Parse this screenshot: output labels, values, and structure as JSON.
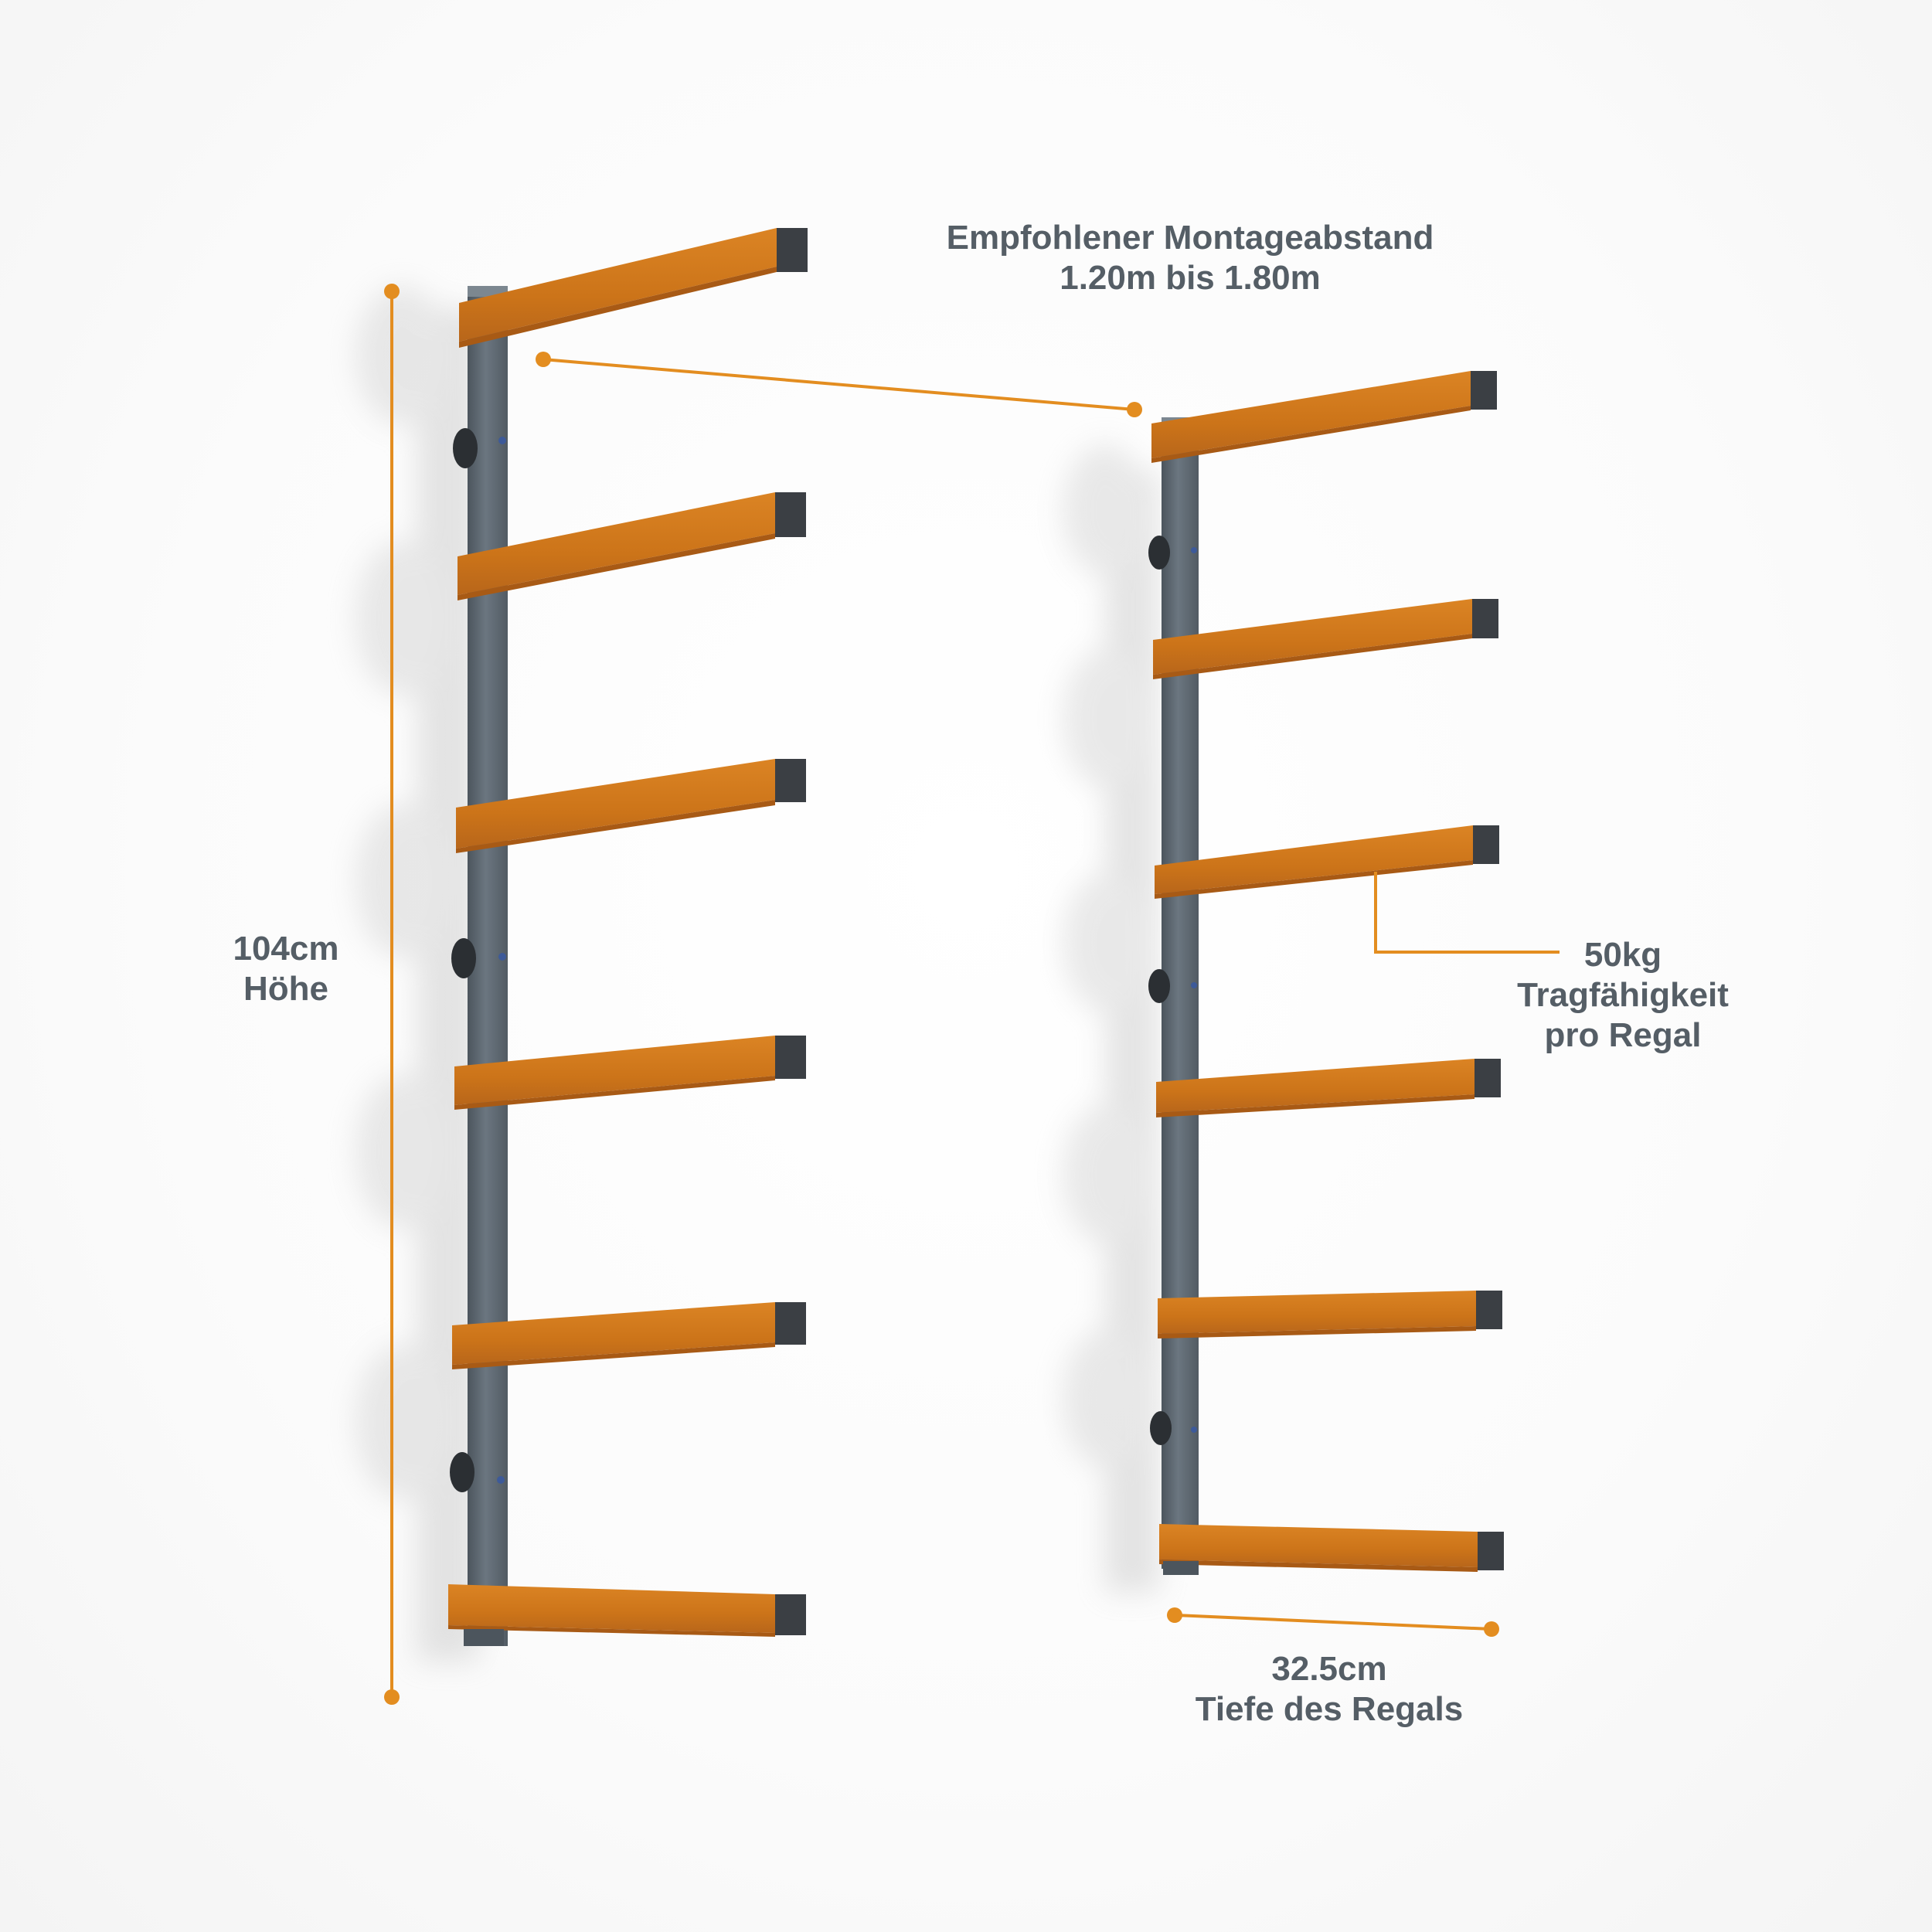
{
  "colors": {
    "accent": "#e38d20",
    "text": "#555e66",
    "post": "#5f6a73",
    "arm": "#d17a1f",
    "arm_end": "#3b3f44"
  },
  "annotations": {
    "spacing": {
      "line1": "Empfohlener Montageabstand",
      "line2": "1.20m bis 1.80m"
    },
    "height": {
      "line1": "104cm",
      "line2": "Höhe"
    },
    "capacity": {
      "line1": "50kg",
      "line2": "Tragfähigkeit",
      "line3": "pro Regal"
    },
    "depth": {
      "line1": "32.5cm",
      "line2": "Tiefe des Regals"
    }
  }
}
